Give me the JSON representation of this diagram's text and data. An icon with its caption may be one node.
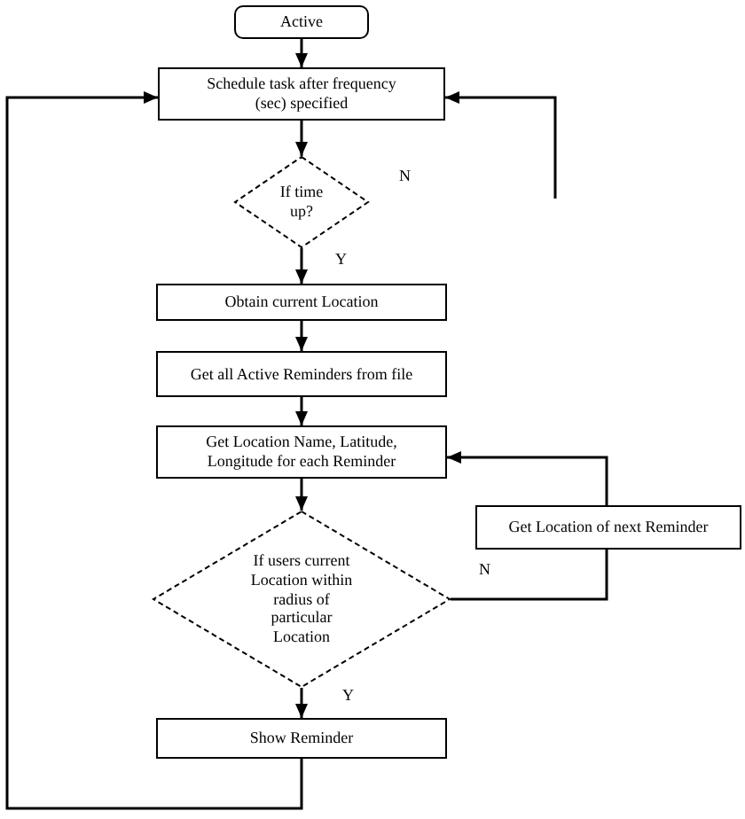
{
  "diagram": {
    "nodes": [
      {
        "text": [
          "Active"
        ]
      },
      {
        "text": [
          "Schedule task after frequency (sec) specified"
        ]
      },
      {
        "text": [
          "If time up?"
        ]
      },
      {
        "text": [
          "Obtain current Location"
        ]
      },
      {
        "text": [
          "Get all Active Reminders from file"
        ]
      },
      {
        "text": [
          "Get Location Name, Latitude, Longitude for each Reminder"
        ]
      },
      {
        "text": [
          "If users current Location within radius of particular Location"
        ]
      },
      {
        "text": [
          "Get Location of next Reminder"
        ]
      },
      {
        "text": [
          "Show Reminder"
        ]
      }
    ],
    "edges": [
      {
        "from": 0,
        "to": 1,
        "arrow": "to"
      },
      {
        "from": 1,
        "to": 2,
        "arrow": "to"
      },
      {
        "from": 2,
        "to": 3,
        "arrow": "to",
        "label": "Y"
      },
      {
        "from": null,
        "to": 1,
        "arrow": "to"
      },
      {
        "from": 3,
        "to": 4,
        "arrow": "to"
      },
      {
        "from": 4,
        "to": 5,
        "arrow": "to"
      },
      {
        "from": 5,
        "to": 6,
        "arrow": "to"
      },
      {
        "from": 6,
        "to": 7,
        "arrow": "none",
        "label": "N"
      },
      {
        "from": 7,
        "to": 5,
        "arrow": "to"
      },
      {
        "from": 6,
        "to": 8,
        "arrow": "to",
        "label": "Y"
      },
      {
        "from": 8,
        "to": 1,
        "arrow": "to"
      }
    ],
    "labels": [
      "N"
    ]
  }
}
